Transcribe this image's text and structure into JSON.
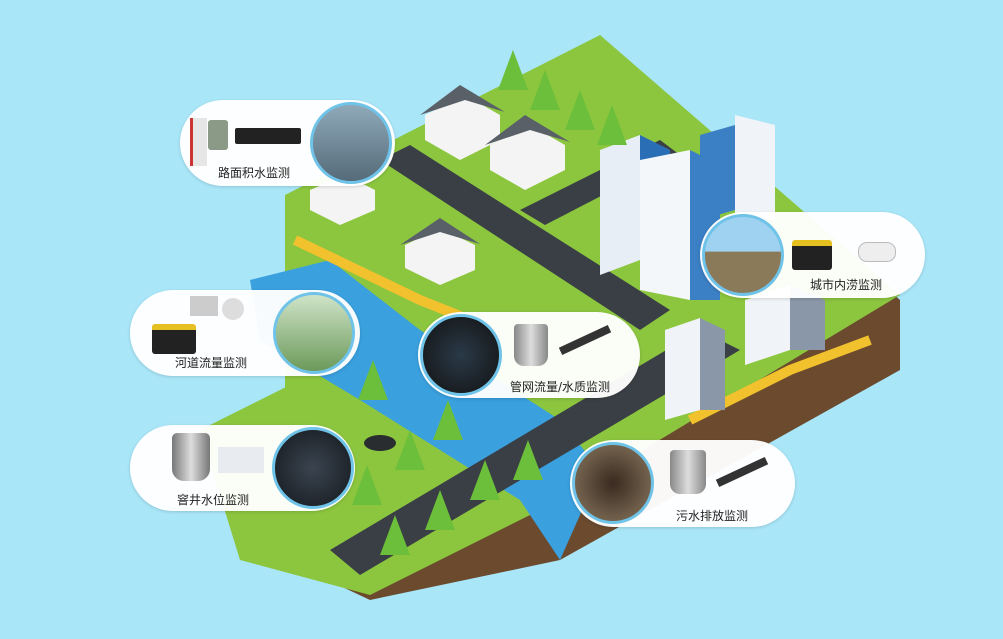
{
  "callouts": [
    {
      "id": "road-waterlogging",
      "label": "路面积水监测"
    },
    {
      "id": "urban-flooding",
      "label": "城市内涝监测"
    },
    {
      "id": "river-flow",
      "label": "河道流量监测"
    },
    {
      "id": "pipe-network",
      "label": "管网流量/水质监测"
    },
    {
      "id": "manhole-level",
      "label": "窨井水位监测"
    },
    {
      "id": "sewage-discharge",
      "label": "污水排放监测"
    }
  ],
  "colors": {
    "background": "#a9e6f8",
    "grass": "#8cc63f",
    "soil": "#6b4a2e",
    "road": "#3a3f45",
    "river": "#3aa0de",
    "pipe": "#f2c12e",
    "photo_border": "#6fc3e8"
  }
}
